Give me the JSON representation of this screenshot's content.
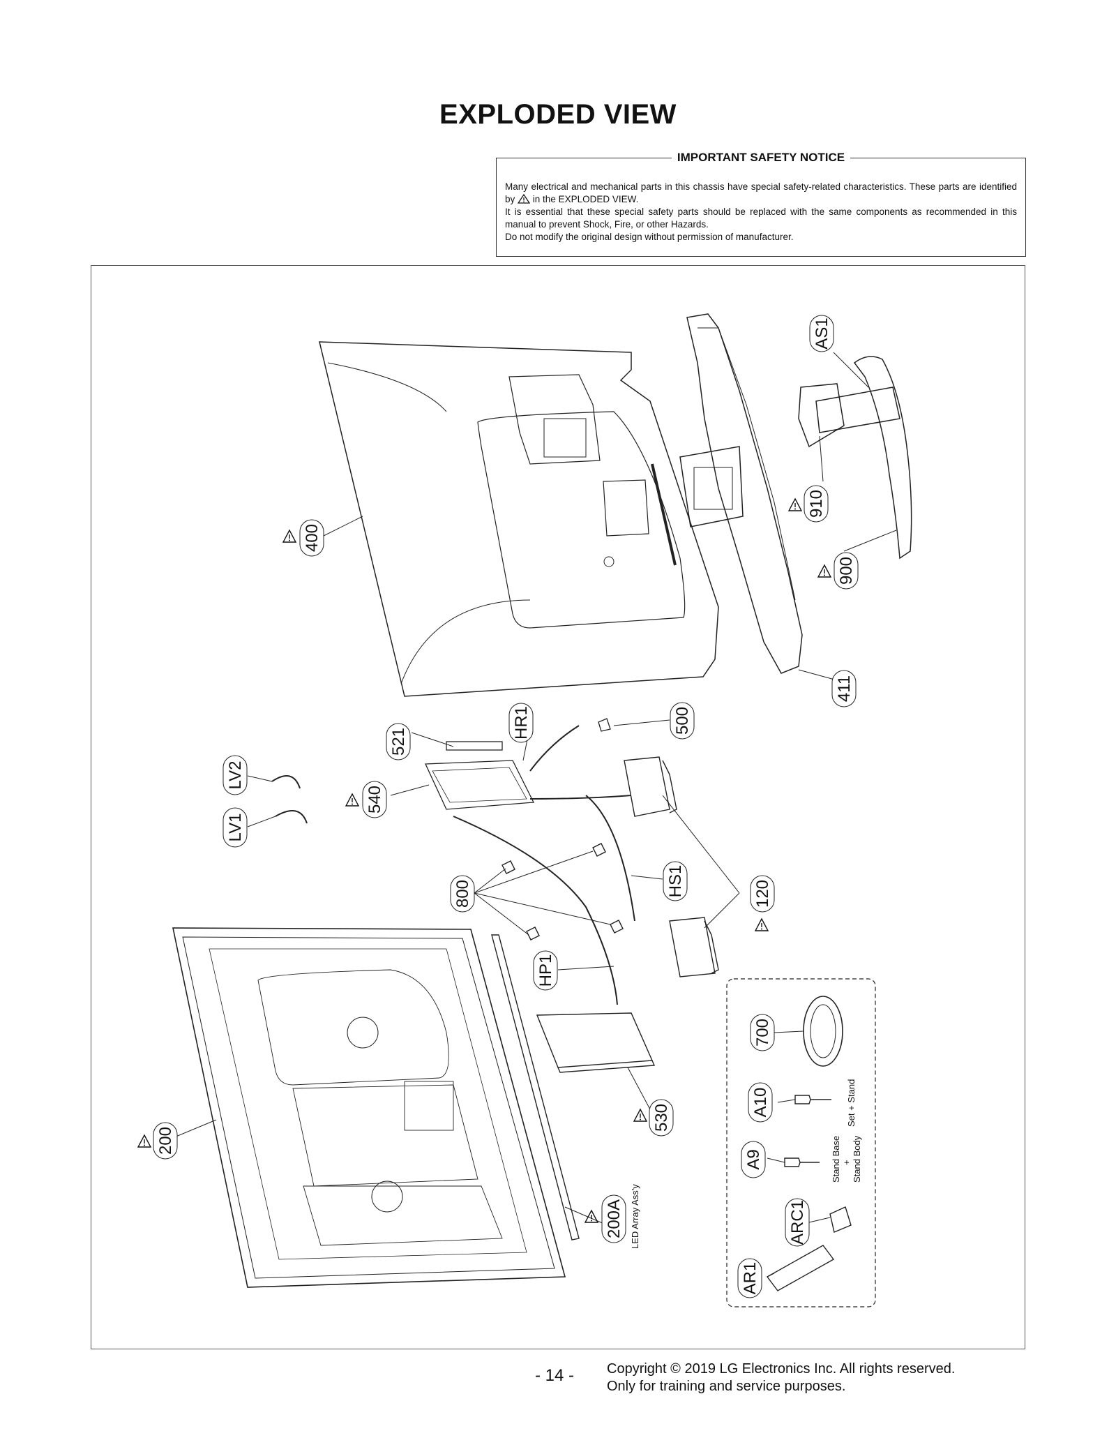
{
  "title": "EXPLODED VIEW",
  "notice": {
    "heading": "IMPORTANT SAFETY NOTICE",
    "line1": "Many electrical and mechanical parts in this chassis have special safety-related characteristics. These parts are identified by",
    "line1b": "in the EXPLODED VIEW.",
    "line2": "It is essential that these special safety parts should be replaced with the same components as recommended in this manual to prevent Shock, Fire, or other Hazards.",
    "line3": "Do not modify the original design without permission of manufacturer."
  },
  "parts": {
    "as1": "AS1",
    "p910": "910",
    "p900": "900",
    "p411": "411",
    "p400": "400",
    "p500": "500",
    "hr1": "HR1",
    "p521": "521",
    "lv2": "LV2",
    "p540": "540",
    "lv1": "LV1",
    "p800": "800",
    "hs1": "HS1",
    "p120": "120",
    "hp1": "HP1",
    "p700": "700",
    "a10": "A10",
    "a9": "A9",
    "arc1": "ARC1",
    "ar1": "AR1",
    "p530": "530",
    "p200": "200",
    "p200a": "200A"
  },
  "annotations": {
    "led_array": "LED Array Ass'y",
    "set_stand": "Set + Stand",
    "stand_base": "Stand Base",
    "plus": "+",
    "stand_body": "Stand Body"
  },
  "footer": {
    "page": "- 14 -",
    "copyright1": "Copyright © 2019 LG Electronics Inc. All rights reserved.",
    "copyright2": "Only for training and service purposes."
  }
}
